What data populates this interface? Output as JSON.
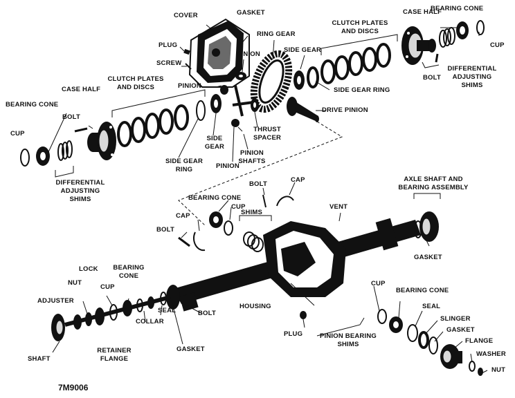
{
  "figure_code": "7M9006",
  "labels": {
    "cover": "COVER",
    "gasket_top": "GASKET",
    "plug_top": "PLUG",
    "screw": "SCREW",
    "ring_gear": "RING GEAR",
    "pinion_top": "PINION",
    "clutch_top_right_1": "CLUTCH PLATES",
    "clutch_top_right_2": "AND DISCS",
    "case_half_right": "CASE HALF",
    "bearing_cone_top_right": "BEARING CONE",
    "cup_top_right": "CUP",
    "side_gear_top": "SIDE GEAR",
    "diff_shims_right_1": "DIFFERENTIAL",
    "diff_shims_right_2": "ADJUSTING",
    "diff_shims_right_3": "SHIMS",
    "bolt_top_right": "BOLT",
    "side_gear_ring_right": "SIDE GEAR RING",
    "drive_pinion": "DRIVE PINION",
    "clutch_left_1": "CLUTCH PLATES",
    "clutch_left_2": "AND DISCS",
    "case_half_left": "CASE HALF",
    "pinion_mid": "PINION",
    "bearing_cone_left": "BEARING CONE",
    "bolt_left_top": "BOLT",
    "cup_left": "CUP",
    "thrust_spacer_1": "THRUST",
    "thrust_spacer_2": "SPACER",
    "side_gear_mid_1": "SIDE",
    "side_gear_mid_2": "GEAR",
    "pinion_shafts_1": "PINION",
    "pinion_shafts_2": "SHAFTS",
    "side_gear_ring_left_1": "SIDE GEAR",
    "side_gear_ring_left_2": "RING",
    "pinion_bottom": "PINION",
    "diff_shims_left_1": "DIFFERENTIAL",
    "diff_shims_left_2": "ADJUSTING",
    "diff_shims_left_3": "SHIMS",
    "bolt_mid": "BOLT",
    "cap_mid": "CAP",
    "bearing_cone_mid": "BEARING CONE",
    "cup_mid": "CUP",
    "shims_mid": "SHIMS",
    "vent": "VENT",
    "axle_shaft_1": "AXLE SHAFT AND",
    "axle_shaft_2": "BEARING ASSEMBLY",
    "cap_left": "CAP",
    "bolt_left_mid": "BOLT",
    "gasket_right": "GASKET",
    "bearing_cone_bl_1": "BEARING",
    "bearing_cone_bl_2": "CONE",
    "lock": "LOCK",
    "nut_left": "NUT",
    "cup_bl": "CUP",
    "adjuster": "ADJUSTER",
    "bolt_center": "BOLT",
    "housing": "HOUSING",
    "cup_br": "CUP",
    "bearing_cone_br": "BEARING CONE",
    "seal_br": "SEAL",
    "slinger": "SLINGER",
    "gasket_br": "GASKET",
    "flange": "FLANGE",
    "washer": "WASHER",
    "nut_br": "NUT",
    "seal_bl": "SEAL",
    "collar": "COLLAR",
    "retainer_1": "RETAINER",
    "retainer_2": "FLANGE",
    "gasket_bottom": "GASKET",
    "shaft": "SHAFT",
    "plug_bottom": "PLUG",
    "pinion_bearing_1": "PINION BEARING",
    "pinion_bearing_2": "SHIMS"
  }
}
